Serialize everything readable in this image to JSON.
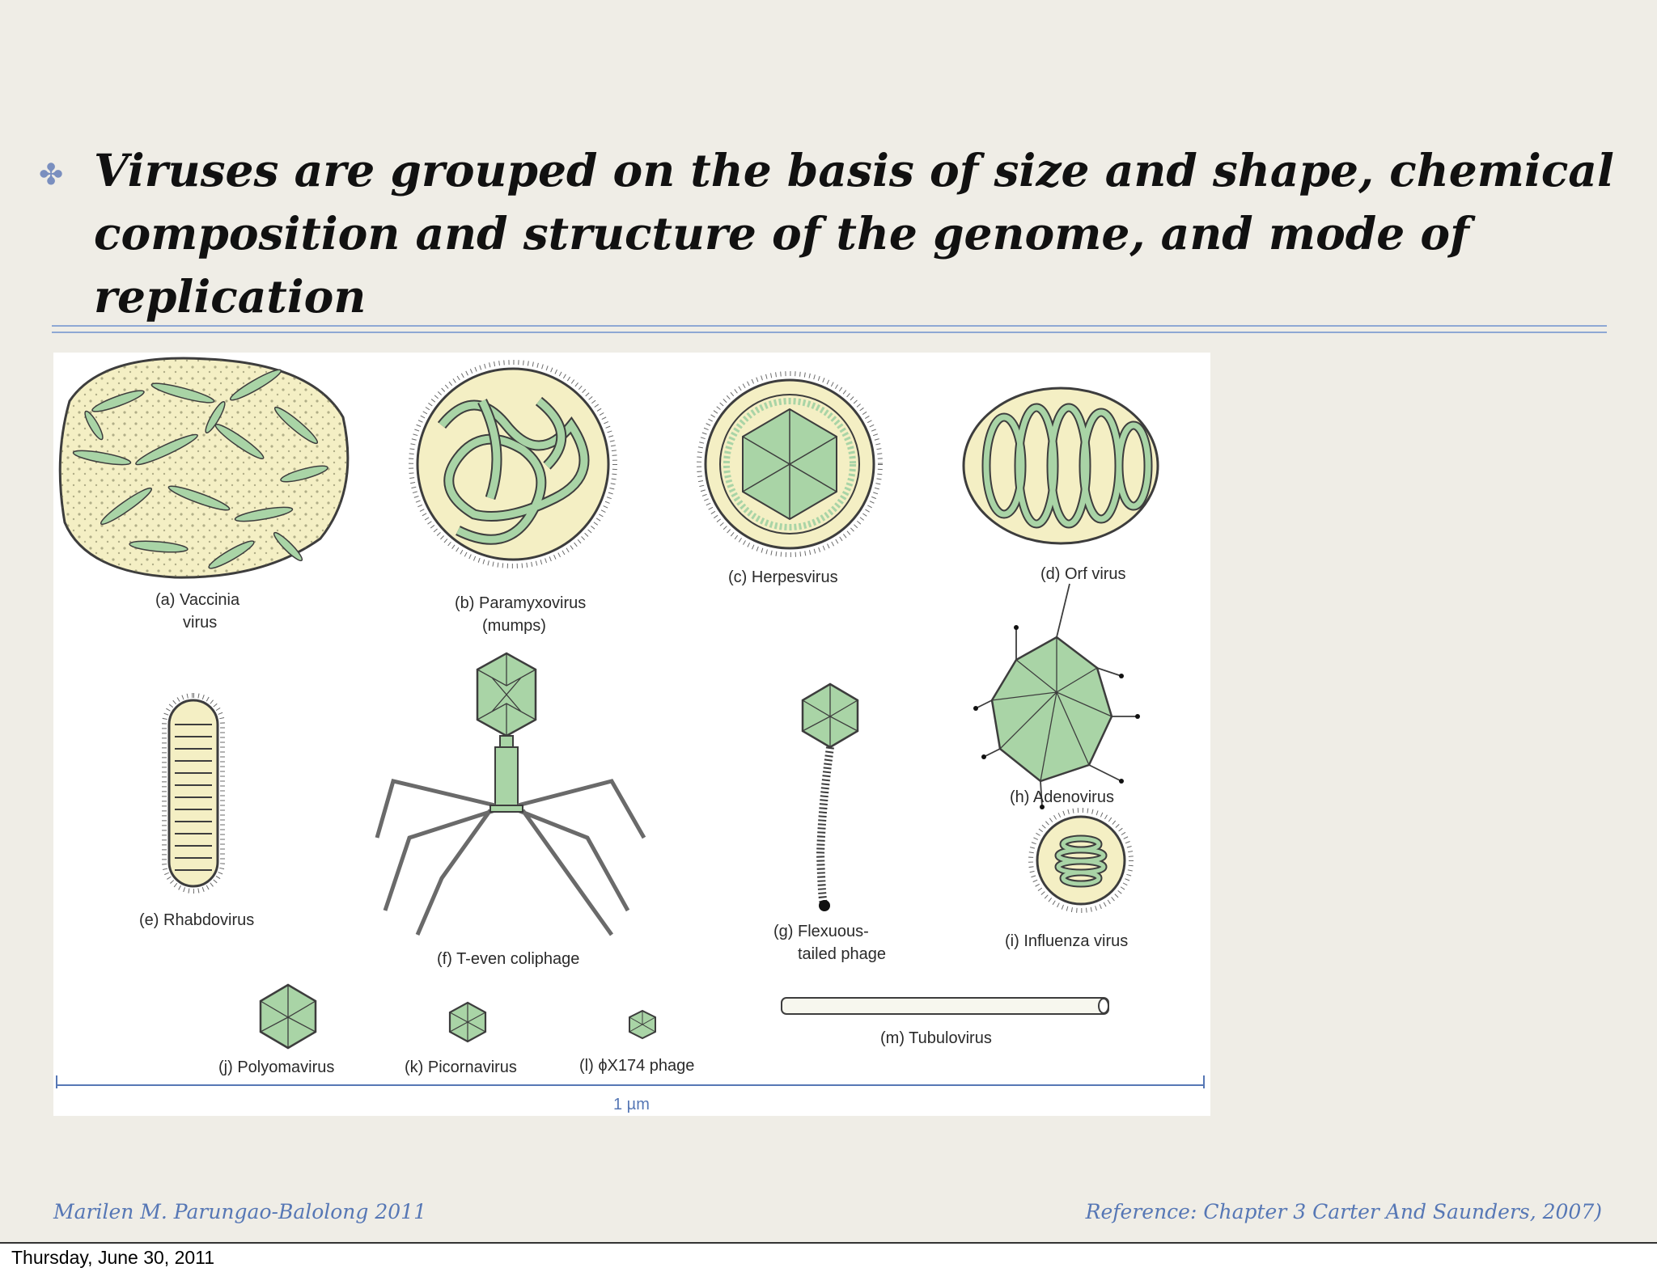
{
  "slide": {
    "bullet_glyph": "✤",
    "title_line1": "Viruses are grouped on the basis of size and shape, chemical",
    "title_line2": "composition and structure of the genome, and mode of replication",
    "footer_left": "Marilen M. Parungao-Balolong  2011",
    "footer_right": "Reference: Chapter 3 Carter And Saunders, 2007)",
    "date": "Thursday, June 30, 2011"
  },
  "figure": {
    "labels": {
      "a1": "(a) Vaccinia",
      "a2": "virus",
      "b1": "(b) Paramyxovirus",
      "b2": "(mumps)",
      "c": "(c) Herpesvirus",
      "d": "(d) Orf virus",
      "e": "(e) Rhabdovirus",
      "f": "(f) T-even coliphage",
      "g1": "(g) Flexuous-",
      "g2": "tailed phage",
      "h": "(h) Adenovirus",
      "i": "(i) Influenza virus",
      "j": "(j) Polyomavirus",
      "k": "(k) Picornavirus",
      "l": "(l) ϕX174 phage",
      "m": "(m) Tubulovirus",
      "scale": "1 µm"
    },
    "colors": {
      "envelope": "#f4efc4",
      "capsid": "#a9d4a6",
      "outline": "#3d3d3d",
      "accent_text": "#5677b5"
    }
  }
}
